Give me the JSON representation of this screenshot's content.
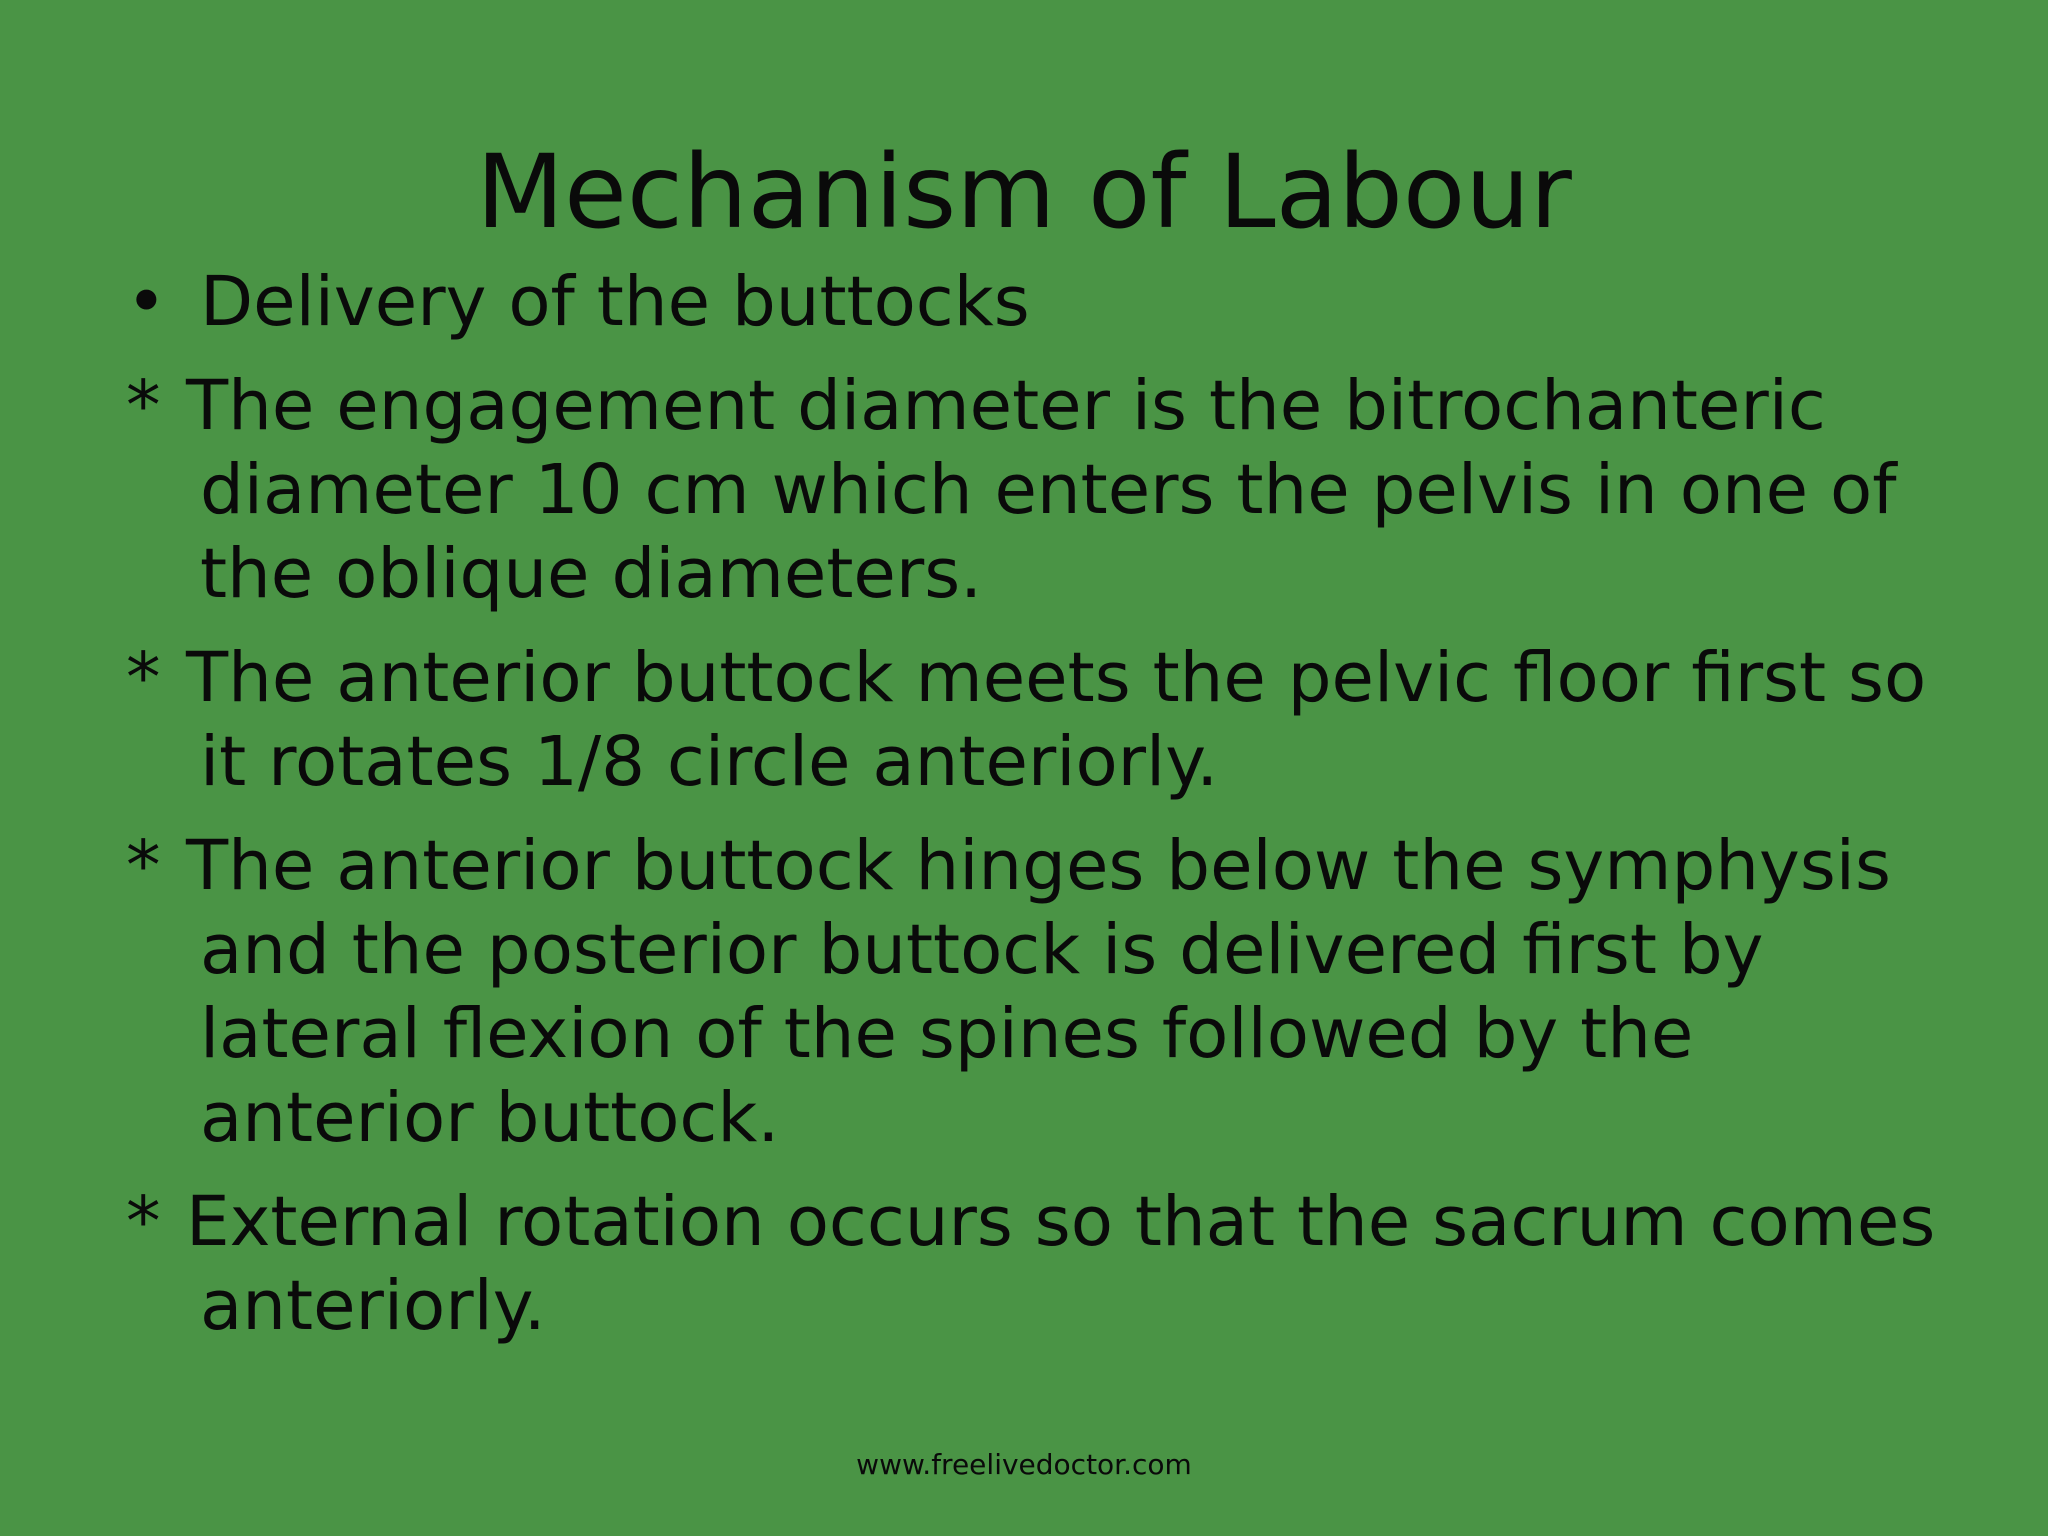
{
  "slide": {
    "title": "Mechanism of Labour",
    "lead_bullet": {
      "marker": "•",
      "text": "Delivery of the buttocks"
    },
    "items": [
      {
        "marker": "*",
        "text": "The engagement diameter is the bitrochanteric diameter 10 cm which enters the pelvis in one of the oblique diameters."
      },
      {
        "marker": "*",
        "text": "The anterior buttock meets the pelvic floor first so it rotates 1/8 circle anteriorly."
      },
      {
        "marker": "*",
        "text": "The anterior buttock hinges below the symphysis and the posterior buttock is delivered first by lateral flexion of the spines followed by the anterior buttock."
      },
      {
        "marker": "*",
        "text": "External rotation occurs so that the sacrum comes anteriorly."
      }
    ],
    "footer": "www.freelivedoctor.com"
  },
  "colors": {
    "background": "#4a9445",
    "text": "#0a0a0a"
  }
}
